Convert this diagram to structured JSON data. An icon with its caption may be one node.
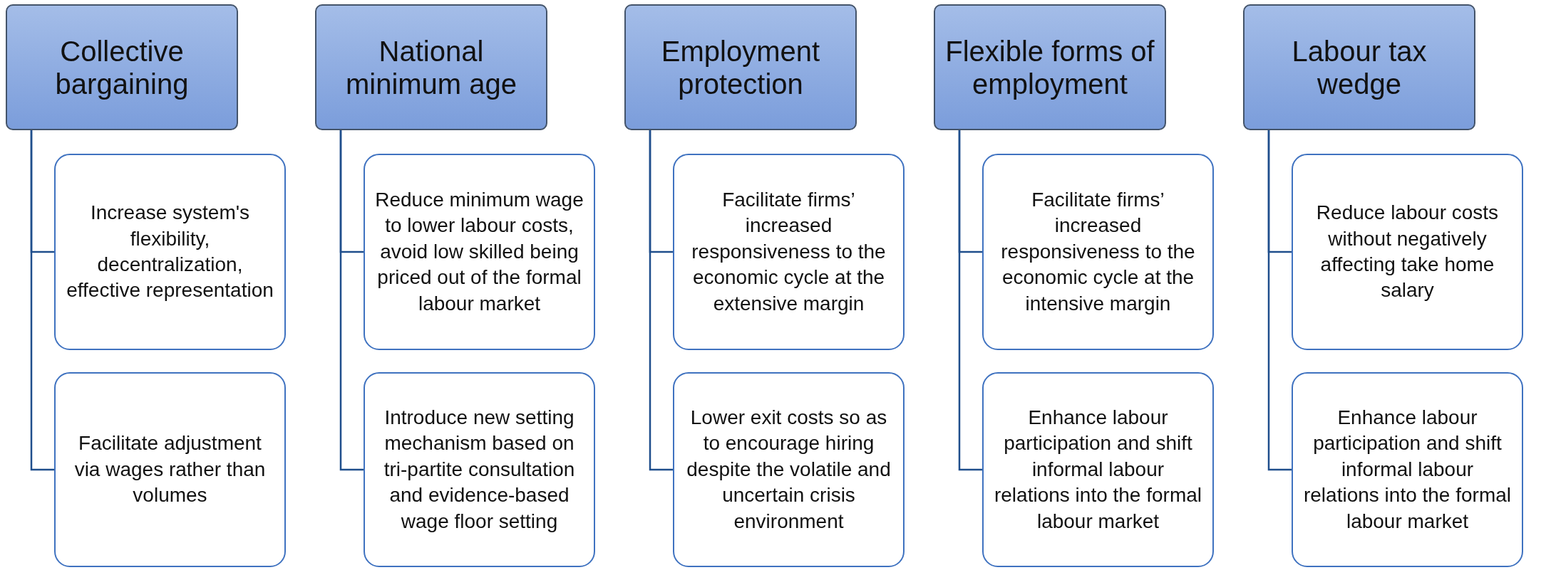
{
  "diagram": {
    "nodes": [
      {
        "text": [
          "Collective bargaining"
        ]
      },
      {
        "text": [
          "Increase system's flexibility, decentralization, effective representation"
        ]
      },
      {
        "text": [
          "Facilitate adjustment via wages rather than volumes"
        ]
      },
      {
        "text": [
          "National minimum age"
        ]
      },
      {
        "text": [
          "Reduce minimum wage to lower labour costs, avoid low skilled being priced out of the formal labour market"
        ]
      },
      {
        "text": [
          "Introduce new setting mechanism based on tri-partite consultation and evidence-based wage floor setting"
        ]
      },
      {
        "text": [
          "Employment protection"
        ]
      },
      {
        "text": [
          "Facilitate firms’ increased responsiveness to the economic cycle at the extensive margin"
        ]
      },
      {
        "text": [
          "Lower exit costs so as to encourage hiring despite the volatile and uncertain crisis environment"
        ]
      },
      {
        "text": [
          "Flexible forms of employment"
        ]
      },
      {
        "text": [
          "Facilitate firms’ increased responsiveness to the economic cycle at the intensive margin"
        ]
      },
      {
        "text": [
          "Enhance labour participation and shift informal labour relations into the formal labour market"
        ]
      },
      {
        "text": [
          "Labour tax wedge"
        ]
      },
      {
        "text": [
          "Reduce labour costs without negatively affecting take home salary"
        ]
      },
      {
        "text": [
          "Enhance labour participation and shift informal labour relations into the formal labour market"
        ]
      }
    ],
    "edges": [
      {
        "from": 0,
        "to": 1,
        "arrow": "none"
      },
      {
        "from": 0,
        "to": 2,
        "arrow": "none"
      },
      {
        "from": 3,
        "to": 4,
        "arrow": "none"
      },
      {
        "from": 3,
        "to": 5,
        "arrow": "none"
      },
      {
        "from": 6,
        "to": 7,
        "arrow": "none"
      },
      {
        "from": 6,
        "to": 8,
        "arrow": "none"
      },
      {
        "from": 9,
        "to": 10,
        "arrow": "none"
      },
      {
        "from": 9,
        "to": 11,
        "arrow": "none"
      },
      {
        "from": 12,
        "to": 13,
        "arrow": "none"
      },
      {
        "from": 12,
        "to": 14,
        "arrow": "none"
      }
    ]
  }
}
